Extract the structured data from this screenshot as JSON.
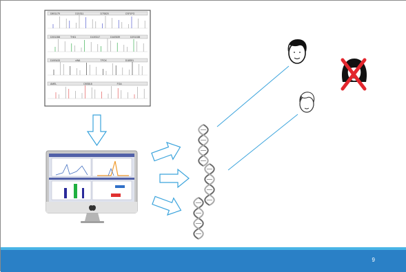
{
  "slide": {
    "page_number": "9",
    "colors": {
      "accent_blue": "#2a80c6",
      "accent_light": "#49b4e6",
      "line_blue": "#3aa3dc",
      "cross_red": "#e3262d"
    }
  },
  "electropherogram": {
    "row_labels": [
      [
        "D8S1179",
        "D21S11",
        "D7S820",
        "CSF1PO"
      ],
      [
        "D3S1358",
        "TH01",
        "D13S317",
        "D16S539",
        "D2S1338"
      ],
      [
        "D19S433",
        "vWA",
        "TPOX",
        "D18S51"
      ],
      [
        "AMEL",
        "D5S818",
        "FGA"
      ]
    ]
  },
  "icons": {
    "person_1": "man-face-icon",
    "person_2": "young-man-face-icon",
    "excluded": "woman-face-crossed-icon",
    "dna": "dna-helix-icon",
    "computer": "imac-computer-icon"
  }
}
